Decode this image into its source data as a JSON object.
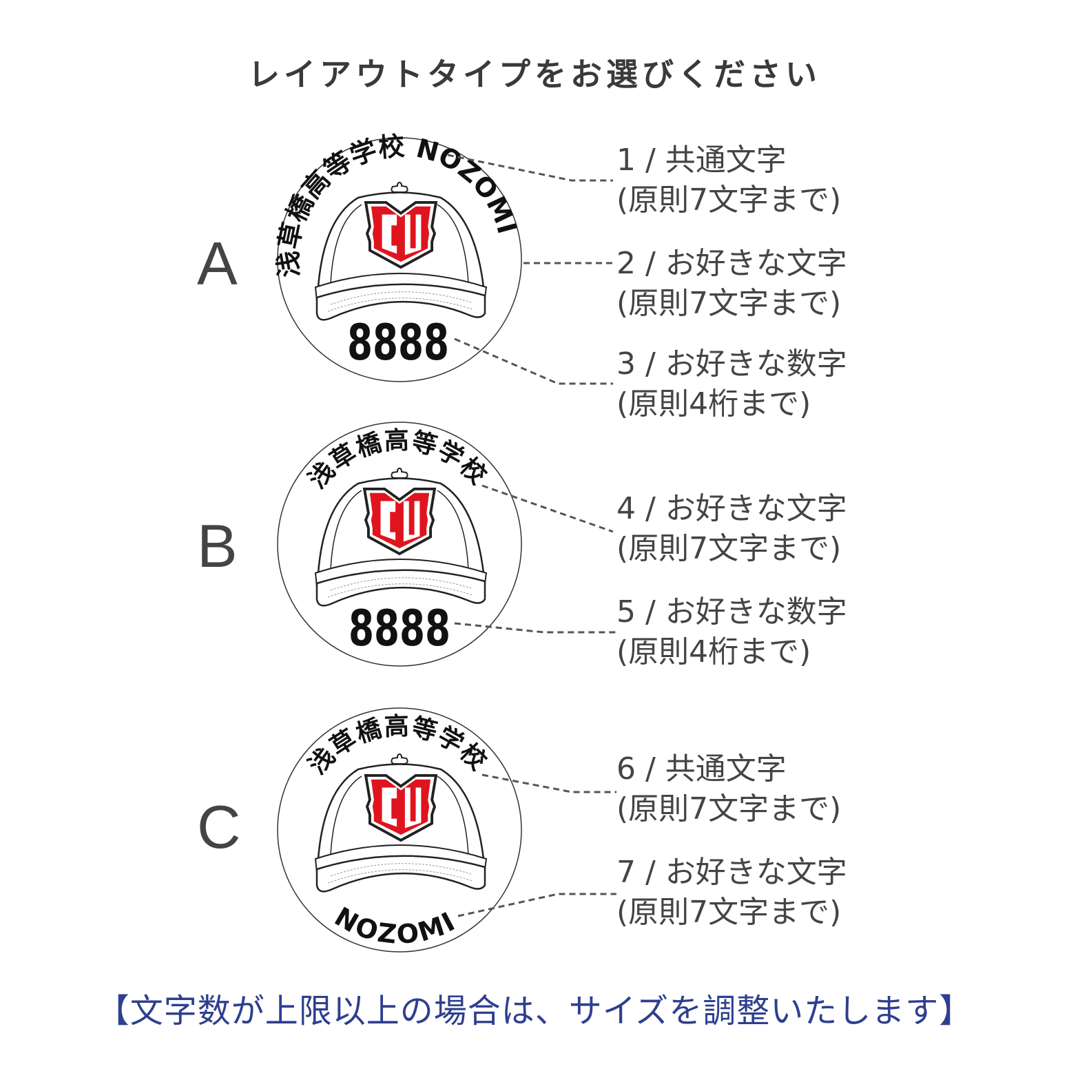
{
  "title": "レイアウトタイプをお選びください",
  "footer": "【文字数が上限以上の場合は、サイズを調整いたします】",
  "colors": {
    "text": "#444444",
    "footer": "#2e3f8f",
    "logo_red": "#e0141e"
  },
  "logo_text": "CU",
  "layouts": [
    {
      "letter": "A",
      "arc_text": "浅草橋高等学校 NOZOMI",
      "number": "8888",
      "labels": [
        {
          "line1": "1 / 共通文字",
          "line2": "(原則7文字まで)"
        },
        {
          "line1": "2 / お好きな文字",
          "line2": "(原則7文字まで)"
        },
        {
          "line1": "3 / お好きな数字",
          "line2": "(原則4桁まで)"
        }
      ]
    },
    {
      "letter": "B",
      "arc_text": "浅草橋高等学校",
      "number": "8888",
      "labels": [
        {
          "line1": "4 / お好きな文字",
          "line2": "(原則7文字まで)"
        },
        {
          "line1": "5 / お好きな数字",
          "line2": "(原則4桁まで)"
        }
      ]
    },
    {
      "letter": "C",
      "arc_text": "浅草橋高等学校",
      "bottom_text": "NOZOMI",
      "labels": [
        {
          "line1": "6 / 共通文字",
          "line2": "(原則7文字まで)"
        },
        {
          "line1": "7 / お好きな文字",
          "line2": "(原則7文字まで)"
        }
      ]
    }
  ]
}
